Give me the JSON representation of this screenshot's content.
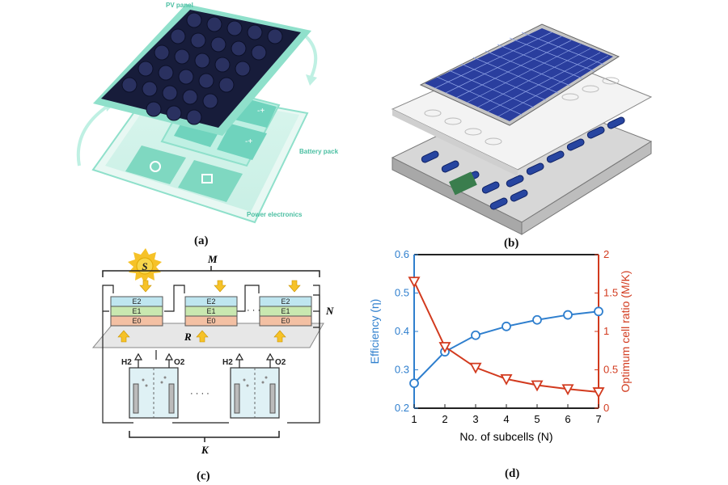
{
  "panel_a": {
    "label": "(a)",
    "pv_panel": "PV panel",
    "battery_pack": "Battery pack",
    "power_electronics": "Power electronics"
  },
  "panel_b": {
    "label": "(b)"
  },
  "panel_c": {
    "label": "(c)",
    "sun": "S",
    "m": "M",
    "n": "N",
    "r": "R",
    "k": "K",
    "e2": "E2",
    "e1": "E1",
    "e0": "E0",
    "dots_top": "· · ·",
    "dots_bottom": "· · · ·",
    "h2": "H2",
    "o2": "O2"
  },
  "panel_d": {
    "label": "(d)"
  },
  "colors": {
    "efficiency": "#2f7fce",
    "ratio": "#d23a1e",
    "teal": "#6fd3bd"
  },
  "chart_data": {
    "type": "line",
    "xlabel": "No. of subcells (N)",
    "x": [
      1,
      2,
      3,
      4,
      5,
      6,
      7
    ],
    "xlim": [
      1,
      7
    ],
    "series": [
      {
        "name": "Efficiency (η)",
        "axis": "left",
        "marker": "circle",
        "color": "#2f7fce",
        "values": [
          0.265,
          0.347,
          0.39,
          0.413,
          0.43,
          0.443,
          0.452
        ]
      },
      {
        "name": "Optimum cell ratio (M/K)",
        "axis": "right",
        "marker": "triangle-down",
        "color": "#d23a1e",
        "values": [
          1.65,
          0.8,
          0.53,
          0.38,
          0.3,
          0.25,
          0.21
        ]
      }
    ],
    "ylabel_left": "Efficiency (η)",
    "ylim_left": [
      0.2,
      0.6
    ],
    "yticks_left": [
      "0.2",
      "0.3",
      "0.4",
      "0.5",
      "0.6"
    ],
    "ylabel_right": "Optimum cell ratio (M/K)",
    "ylim_right": [
      0,
      2
    ],
    "yticks_right": [
      "0",
      "0.5",
      "1",
      "1.5",
      "2"
    ],
    "xticks": [
      "1",
      "2",
      "3",
      "4",
      "5",
      "6",
      "7"
    ]
  }
}
